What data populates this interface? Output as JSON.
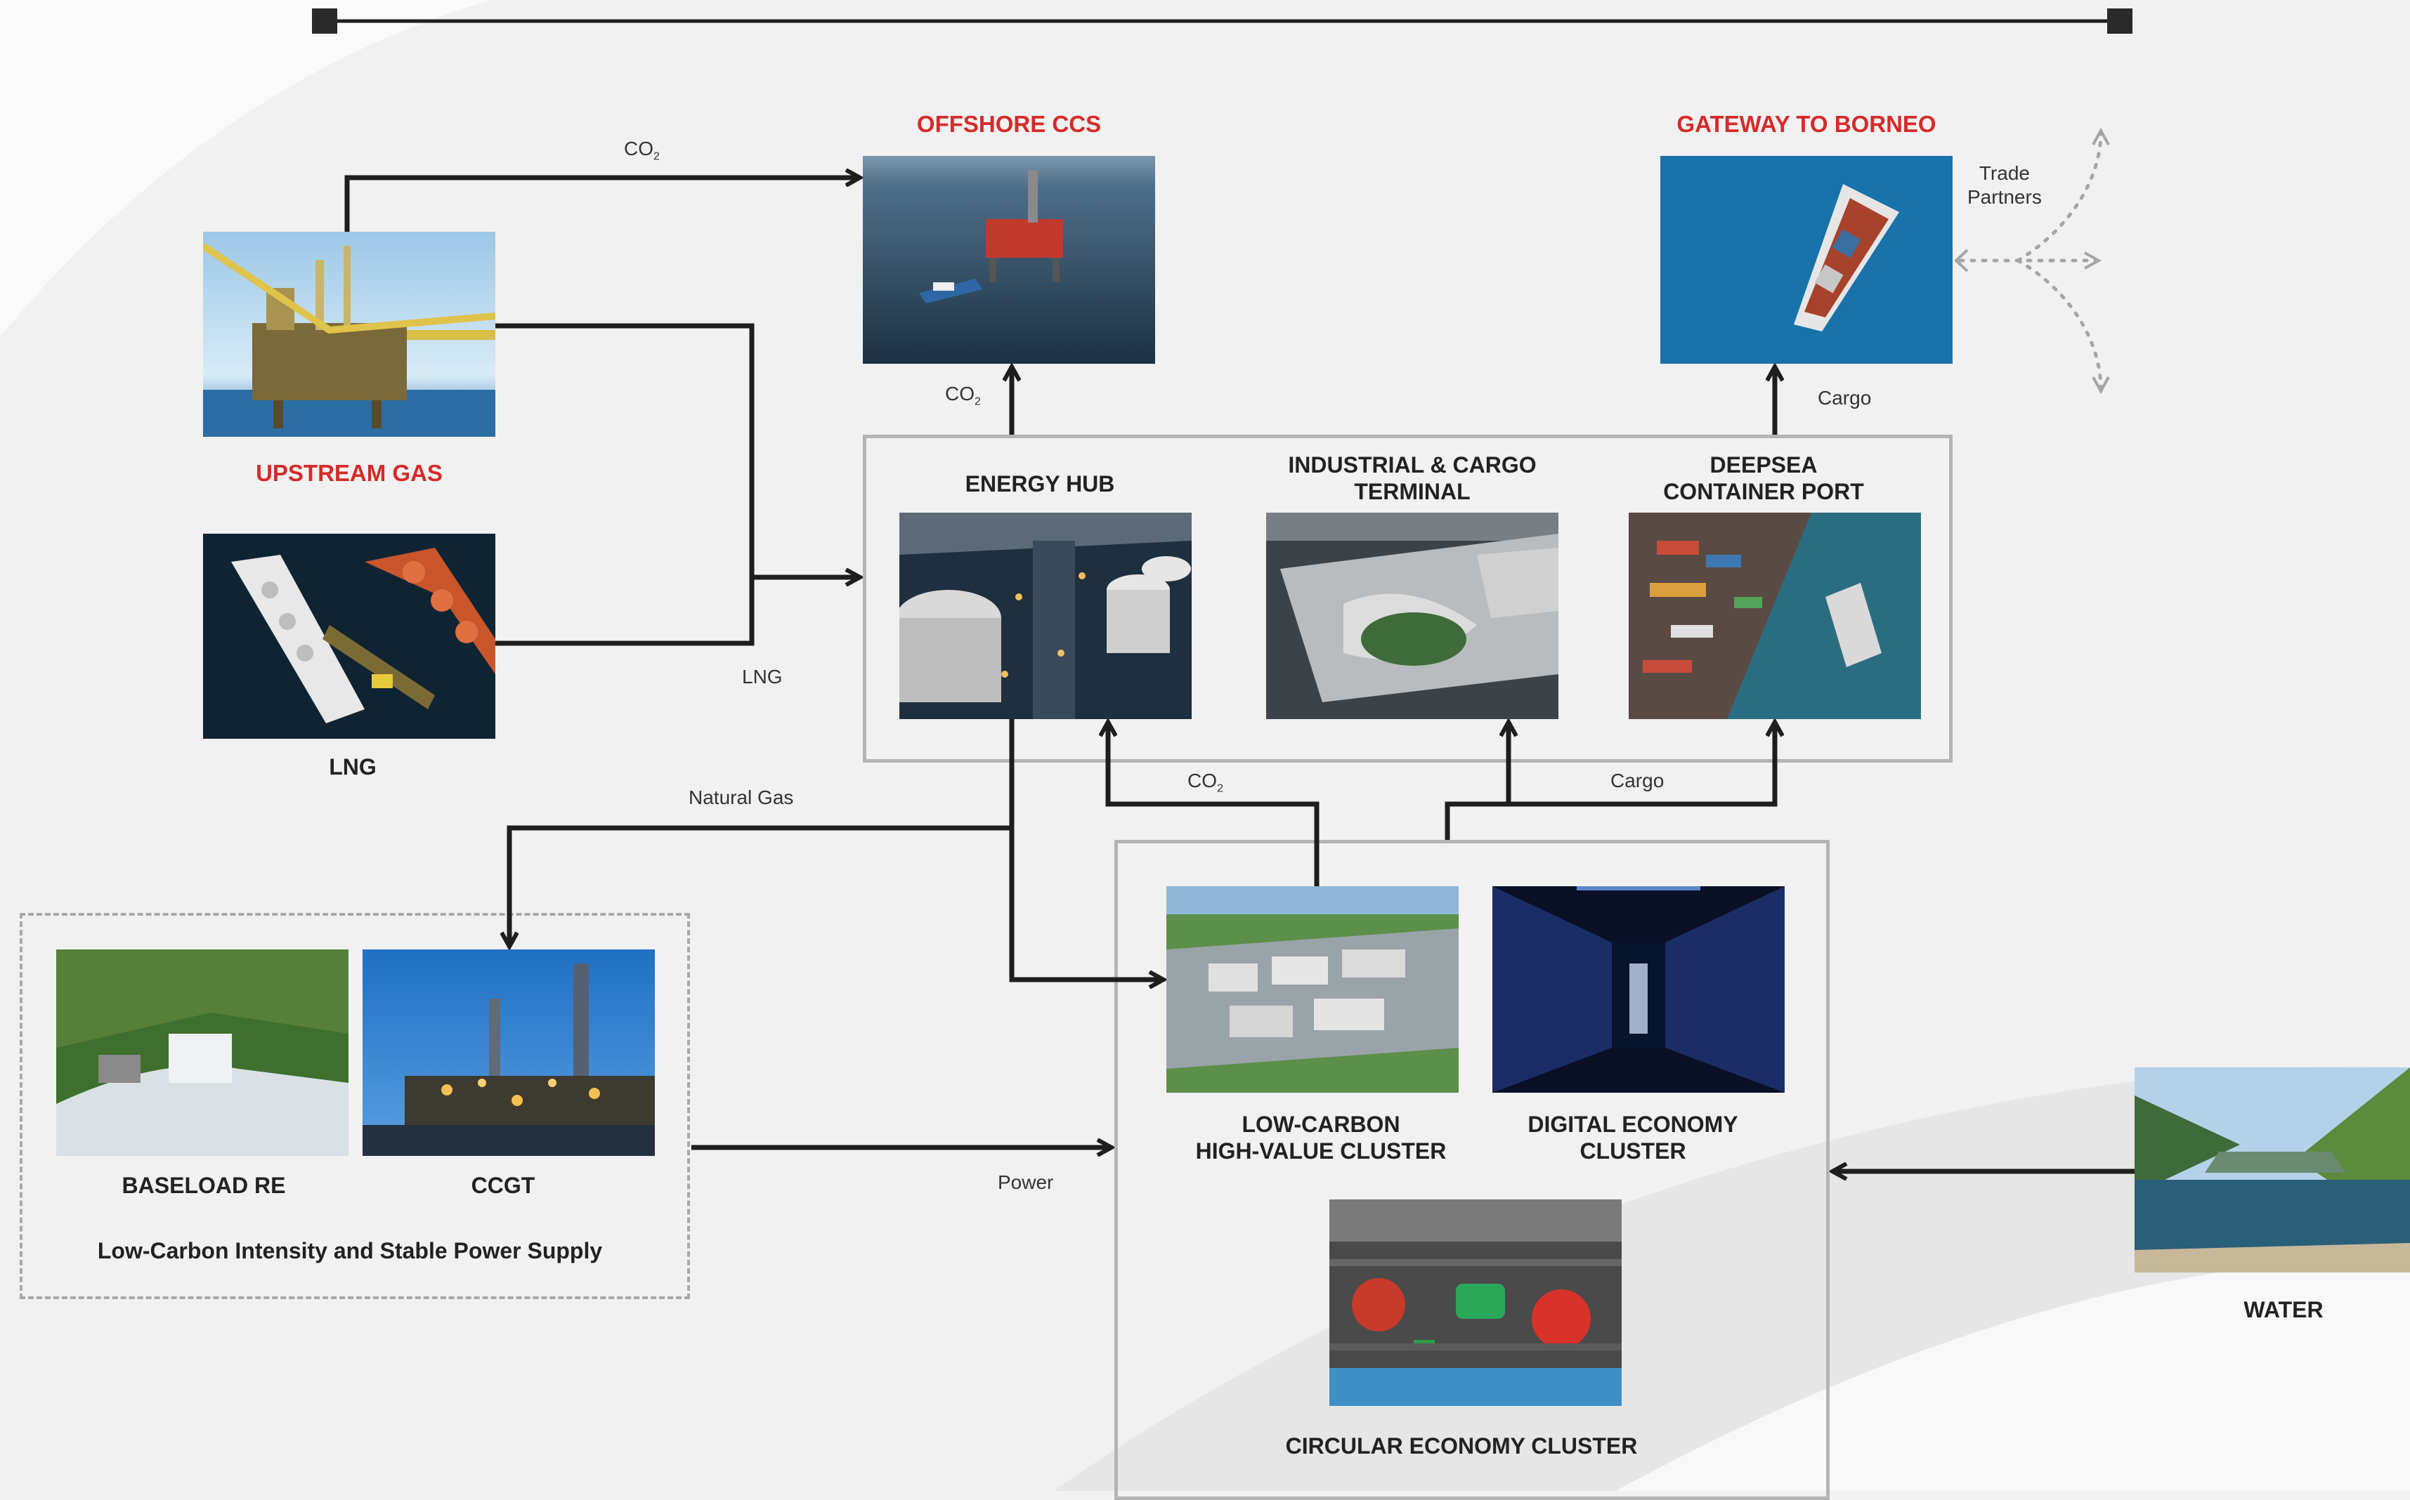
{
  "titles": {
    "offshore_ccs": "OFFSHORE CCS",
    "gateway_to_borneo": "GATEWAY TO BORNEO",
    "upstream_gas": "UPSTREAM GAS",
    "lng": "LNG",
    "energy_hub": "ENERGY HUB",
    "industrial_cargo_terminal_1": "INDUSTRIAL & CARGO",
    "industrial_cargo_terminal_2": "TERMINAL",
    "deepsea_port_1": "DEEPSEA",
    "deepsea_port_2": "CONTAINER PORT",
    "low_carbon_1": "LOW-CARBON",
    "low_carbon_2": "HIGH-VALUE CLUSTER",
    "digital_economy_1": "DIGITAL ECONOMY",
    "digital_economy_2": "CLUSTER",
    "circular_economy": "CIRCULAR ECONOMY CLUSTER",
    "baseload_re": "BASELOAD RE",
    "ccgt": "CCGT",
    "power_supply_caption": "Low-Carbon Intensity and Stable Power Supply",
    "water": "WATER"
  },
  "flows": {
    "co2": "CO",
    "co2_sub": "2",
    "lng": "LNG",
    "natural_gas": "Natural Gas",
    "cargo": "Cargo",
    "power": "Power",
    "trade_partners_1": "Trade",
    "trade_partners_2": "Partners"
  },
  "colors": {
    "accent_red": "#d62a2a",
    "arrow": "#1e1e1e",
    "box_border": "#b4b4b4",
    "background": "#f1f1f1"
  }
}
